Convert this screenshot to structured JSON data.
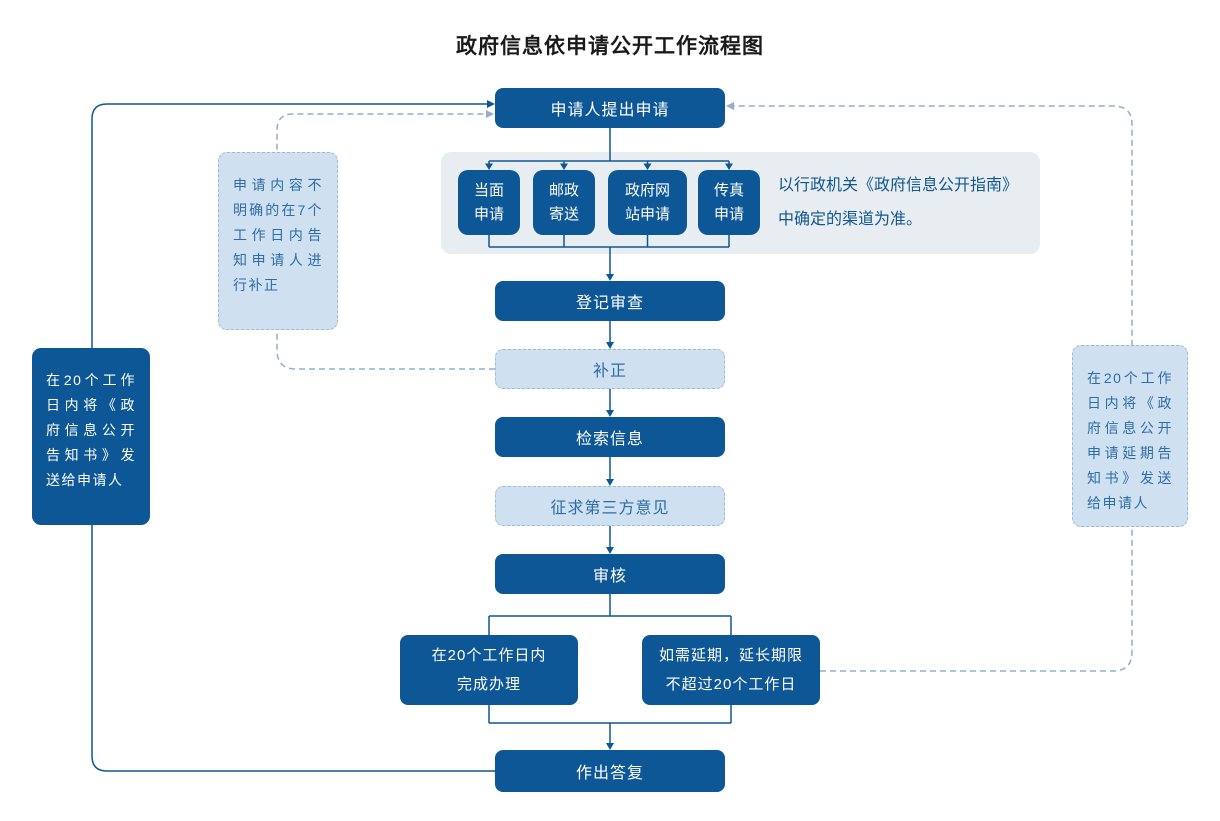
{
  "title": "政府信息依申请公开工作流程图",
  "colors": {
    "node_dark": "#0e5796",
    "node_light_bg": "#cfe1f1",
    "node_light_border": "#9dbbd8",
    "panel_gray": "#e8edf1",
    "connector_solid": "#0e5796",
    "connector_dashed": "#93aecb",
    "light_node_text": "#2d6ca8",
    "title_text": "#1a1a1a"
  },
  "flow": {
    "apply": "申请人提出申请",
    "channels": [
      "当面\n申请",
      "邮政\n寄送",
      "政府网\n站申请",
      "传真\n申请"
    ],
    "channel_note": "以行政机关《政府信息公开指南》\n中确定的渠道为准。",
    "register": "登记审查",
    "supplement": "补正",
    "search": "检索信息",
    "third_party": "征求第三方意见",
    "review": "审核",
    "complete": "在20个工作日内\n完成办理",
    "extend": "如需延期，延长期限\n不超过20个工作日",
    "reply": "作出答复",
    "reply_note": "在20个工作日内将《政府信息公开告知书》发送给申请人",
    "supplement_note": "申请内容不明确的在7个工作日内告知申请人进行补正",
    "extend_note": "在20个工作日内将《政府信息公开申请延期告知书》发送给申请人"
  }
}
